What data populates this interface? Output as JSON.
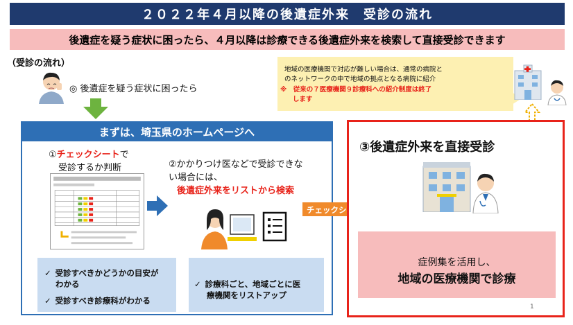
{
  "header": {
    "title": "２０２２年４月以降の後遺症外来　受診の流れ",
    "subtitle": "後遺症を疑う症状に困ったら、４月以降は診療できる後遺症外来を検索して直接受診できます"
  },
  "flow": {
    "heading": "（受診の流れ）",
    "symptom_text": "◎ 後遺症を疑う症状に困ったら"
  },
  "info": {
    "line1": "地域の医療機関で対応が難しい場合は、通常の病院と",
    "line2": "のネットワークの中で地域の拠点となる病院に紹介",
    "note1": "※　従来の７医療機関９診療科への紹介制度は終了",
    "note2": "します"
  },
  "panel": {
    "header": "まずは、埼玉県のホームページへ",
    "step1_prefix": "①",
    "step1_highlight": "チェックシート",
    "step1_suffix": "で",
    "step1_line2": "受診するか判断",
    "step2_line1": "②かかりつけ医などで受診できな",
    "step2_line2": "い場合には、",
    "step2_line3": "後遺症外来をリストから検索",
    "check1_items": [
      "受診すべきかどうかの目安が",
      "わかる",
      "受診すべき診療科がわかる"
    ],
    "check2_items": [
      "診療科ごと、地域ごとに医",
      "療機関をリストアップ"
    ],
    "arrow_label": "チェックシートを持参"
  },
  "step3": {
    "title": "③後遺症外来を直接受診",
    "line1": "症例集を活用し、",
    "line2": "地域の医療機関で診療"
  },
  "page_number": "1",
  "colors": {
    "title_bg": "#1f3a6e",
    "subtitle_bg": "#f7bcbc",
    "panel_blue": "#2e6fb5",
    "check_bg": "#c9dcf1",
    "red": "#e8231a",
    "info_bg": "#fdf0b2",
    "green_arrow": "#6db33f",
    "orange_arrow": "#f08a2b"
  }
}
